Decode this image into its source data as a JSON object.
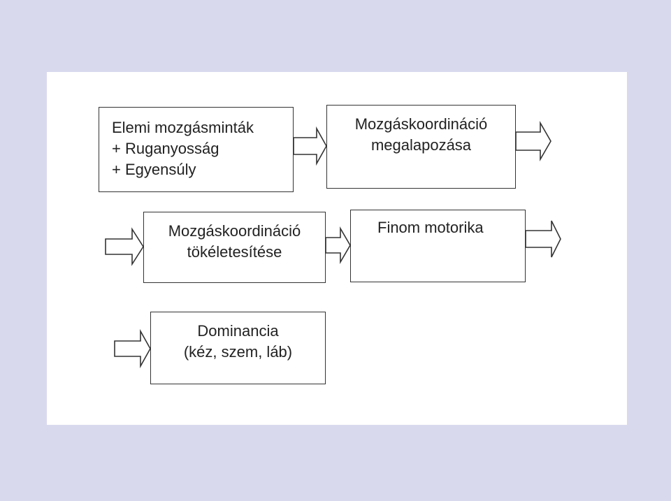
{
  "diagram": {
    "boxes": [
      {
        "id": "elemi",
        "lines": [
          "Elemi mozgásminták",
          "+ Ruganyosság",
          "+ Egyensúly"
        ]
      },
      {
        "id": "megalapozasa",
        "lines": [
          "Mozgáskoordináció",
          "megalapozása"
        ]
      },
      {
        "id": "tokeletesitese",
        "lines": [
          "Mozgáskoordináció",
          "tökéletesítése"
        ]
      },
      {
        "id": "finom",
        "lines": [
          "Finom motorika"
        ]
      },
      {
        "id": "dominancia",
        "lines": [
          "Dominancia",
          "(kéz, szem, láb)"
        ]
      }
    ]
  },
  "colors": {
    "background": "#d9d9ee",
    "paper": "#ffffff",
    "stroke": "#333333"
  }
}
